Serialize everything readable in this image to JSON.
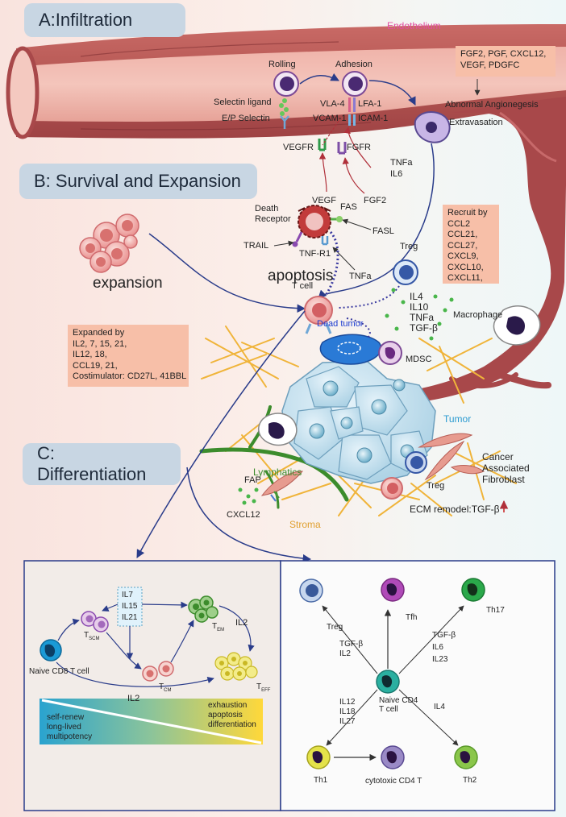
{
  "sections": {
    "a_title": "A:Infiltration",
    "b_title": "B: Survival and Expansion",
    "c_title": "C: Differentiation"
  },
  "infiltration": {
    "endothelium": "Endothelium",
    "rolling": "Rolling",
    "adhesion": "Adhesion",
    "selectin_ligand": "Selectin ligand",
    "ep_selectin": "E/P Selectin",
    "vla4": "VLA-4",
    "lfa1": "LFA-1",
    "vcam1": "VCAM-1",
    "icam1": "ICAM-1",
    "extravasation": "Extravasation",
    "vegfr": "VEGFR",
    "fgfr": "FGFR",
    "vegf": "VEGF",
    "fgf2": "FGF2",
    "tnfa": "TNFa",
    "il6": "IL6",
    "angio_factors": "FGF2, PGF, CXCL12,\nVEGF, PDGFC",
    "abnormal_angiogenesis": "Abnormal Angionegesis"
  },
  "survival": {
    "death_receptor": "Death\nReceptor",
    "fas": "FAS",
    "fasl": "FASL",
    "trail": "TRAIL",
    "tnfr1": "TNF-R1",
    "tnfa": "TNFa",
    "apoptosis": "apoptosis",
    "expansion": "expansion",
    "treg": "Treg",
    "t_cell": "T cell",
    "dead_tumor": "Dead tumor",
    "mdsc": "MDSC",
    "macrophage": "Macrophage",
    "cytokines": "IL4\nIL10\nTNFa\nTGF-β",
    "recruit_box": "Recruit by\nCCL2\nCCL21,\nCCL27,\nCXCL9,\nCXCL10,\nCXCL11,",
    "expanded_box": "Expanded by\nIL2, 7, 15, 21,\nIL12, 18,\nCCL19, 21,\nCostimulator: CD27L, 41BBL",
    "tumor": "Tumor",
    "lymphatics": "Lymphatics",
    "fap": "FAP",
    "cxcl12": "CXCL12",
    "stroma": "Stroma",
    "treg2": "Treg",
    "caf": "Cancer\nAssociated\nFibroblast",
    "ecm": "ECM remodel:TGF-β"
  },
  "cd8_panel": {
    "il_box": "IL7\nIL15\nIL21",
    "tscm": "T",
    "tscm_sub": "SCM",
    "tem": "T",
    "tem_sub": "EM",
    "tcm": "T",
    "tcm_sub": "CM",
    "teff": "T",
    "teff_sub": "EFF",
    "il2_right": "IL2",
    "il2_bottom": "IL2",
    "naive_cd8": "Naive CD8 T cell",
    "gradient_left": "self-renew\nlong-lived\nmultipotency",
    "gradient_right": "exhaustion\napoptosis\ndifferentiation"
  },
  "cd4_panel": {
    "treg": "Treg",
    "tfh": "Tfh",
    "th17": "Th17",
    "tgfb_il2": "TGF-β\nIL2",
    "tgfb_il6_il23": "TGF-β\nIL6\nIL23",
    "naive_cd4": "Naive CD4\nT cell",
    "il12_18_27": "IL12\nIL18\nIL27",
    "il4": "IL4",
    "th1": "Th1",
    "cytotoxic": "cytotoxic CD4 T",
    "th2": "Th2"
  },
  "colors": {
    "vessel": "#a8484a",
    "title_bg": "#c8d6e3",
    "box_bg": "#f7bfa8",
    "arrow": "#2a3c8a",
    "tumor_cell": "#bcdcec",
    "stroma_fiber": "#f0b43a",
    "lymphatic": "#3c8c2c",
    "panel_border": "#2a3c8a"
  }
}
